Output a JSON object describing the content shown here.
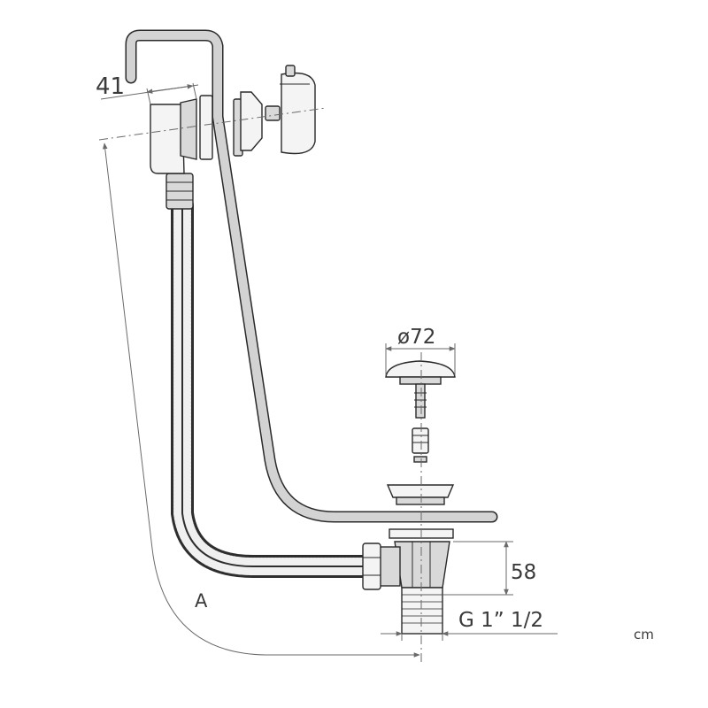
{
  "dimensions": {
    "overflow_offset": "41",
    "plug_diameter": "ø72",
    "drain_height": "58",
    "thread": "G 1” 1/2",
    "length_label": "A",
    "unit": "cm"
  },
  "colors": {
    "line": "#2a2a2a",
    "dim_line": "#6a6a6a",
    "label": "#3a3a3a",
    "pipe_fill": "#d3d3d3",
    "hose_fill": "#2e2e2e"
  }
}
